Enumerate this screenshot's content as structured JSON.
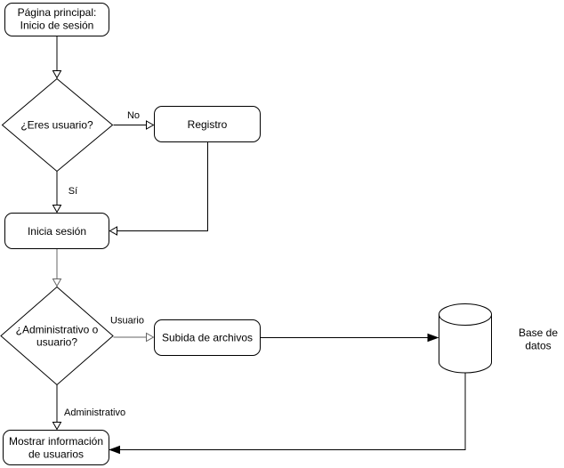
{
  "diagram": {
    "type": "flowchart",
    "background_color": "#ffffff",
    "node_fill": "#ffffff",
    "node_stroke": "#000000",
    "edge_color": "#000000",
    "edge_color_gray": "#666666",
    "text_color": "#000000",
    "nodes": {
      "pagina_principal": {
        "shape": "rounded-rect",
        "line1": "Página principal:",
        "line2": "Inicio de sesión"
      },
      "eres_usuario": {
        "shape": "diamond",
        "label": "¿Eres usuario?"
      },
      "registro": {
        "shape": "rounded-rect",
        "label": "Registro"
      },
      "inicia_sesion": {
        "shape": "rounded-rect",
        "label": "Inicia sesión"
      },
      "admin_o_usuario": {
        "shape": "diamond",
        "line1": "¿Administrativo o",
        "line2": "usuario?"
      },
      "subida_archivos": {
        "shape": "rounded-rect",
        "label": "Subida de archivos"
      },
      "base_datos": {
        "shape": "cylinder",
        "line1": "Base de",
        "line2": "datos"
      },
      "mostrar_info": {
        "shape": "rounded-rect",
        "line1": "Mostrar información",
        "line2": "de usuarios"
      }
    },
    "edges": [
      {
        "from": "pagina_principal",
        "to": "eres_usuario",
        "label": "",
        "arrowhead": "open",
        "color": "#000000"
      },
      {
        "from": "eres_usuario",
        "to": "registro",
        "label": "No",
        "arrowhead": "open",
        "color": "#000000"
      },
      {
        "from": "eres_usuario",
        "to": "inicia_sesion",
        "label": "Sí",
        "arrowhead": "open",
        "color": "#000000"
      },
      {
        "from": "registro",
        "to": "inicia_sesion",
        "label": "",
        "arrowhead": "open",
        "color": "#000000"
      },
      {
        "from": "inicia_sesion",
        "to": "admin_o_usuario",
        "label": "",
        "arrowhead": "open",
        "color": "#666666"
      },
      {
        "from": "admin_o_usuario",
        "to": "subida_archivos",
        "label": "Usuario",
        "arrowhead": "open",
        "color": "#666666"
      },
      {
        "from": "subida_archivos",
        "to": "base_datos",
        "label": "",
        "arrowhead": "filled",
        "color": "#000000"
      },
      {
        "from": "admin_o_usuario",
        "to": "mostrar_info",
        "label": "Administrativo",
        "arrowhead": "open",
        "color": "#000000"
      },
      {
        "from": "base_datos",
        "to": "mostrar_info",
        "label": "",
        "arrowhead": "filled",
        "color": "#000000"
      }
    ]
  }
}
